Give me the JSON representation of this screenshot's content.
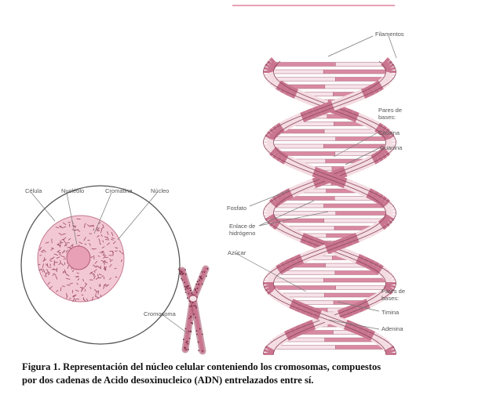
{
  "labels": {
    "filamentos": "Filamentos",
    "pares_bases_top": "Pares de bases:",
    "citosina": "Citosina",
    "guanina": "Guanina",
    "fosfato": "Fosfato",
    "enlace_hidrogeno": "Enlace de hidrógeno",
    "azucar": "Azúcar",
    "pares_bases_bottom": "Pares de bases:",
    "timina": "Timina",
    "adenina": "Adenina",
    "celula": "Célula",
    "nucleolo": "Nucléolo",
    "cromatina": "Cromatina",
    "nucleo": "Núcleo",
    "cromosoma": "Cromosoma"
  },
  "caption": {
    "line1": "Figura 1. Representación del núcleo celular conteniendo los cromosomas, compuestos",
    "line2": "por dos cadenas de Acido desoxinucleico (ADN) entrelazados entre sí."
  },
  "colors": {
    "strand_dark": "#c9758f",
    "strand_light": "#f4dce3",
    "rung_pink": "#d98aa2",
    "rung_light": "#f7e3ea",
    "nucleus": "#e39ab1",
    "chromatin": "#9c4a63"
  }
}
